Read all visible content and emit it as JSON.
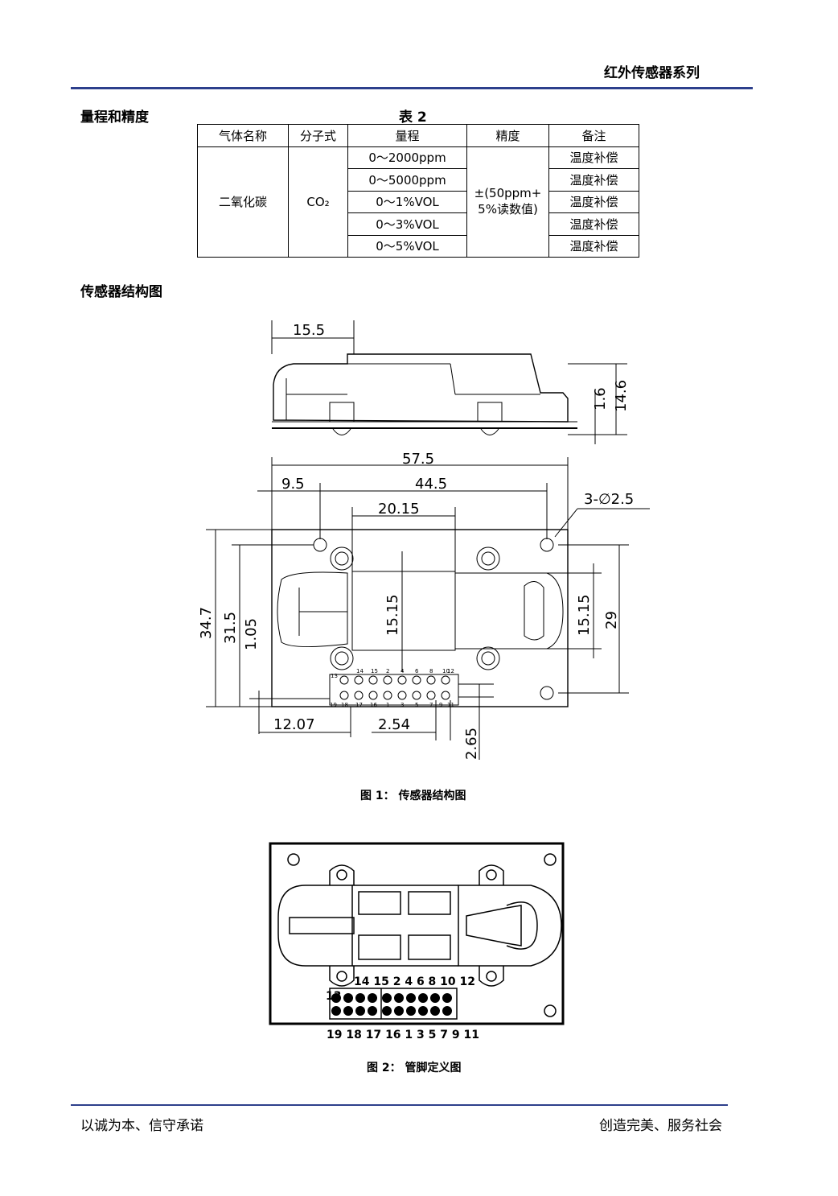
{
  "header": {
    "series_title": "红外传感器系列"
  },
  "section_range": "量程和精度",
  "table": {
    "caption": "表 2",
    "headers": [
      "气体名称",
      "分子式",
      "量程",
      "精度",
      "备注"
    ],
    "gas_name": "二氧化碳",
    "formula": "CO₂",
    "ranges": [
      "0～2000ppm",
      "0～5000ppm",
      "0～1%VOL",
      "0～3%VOL",
      "0～5%VOL"
    ],
    "accuracy_line1": "±(50ppm+",
    "accuracy_line2": "5%读数值)",
    "notes": [
      "温度补偿",
      "温度补偿",
      "温度补偿",
      "温度补偿",
      "温度补偿"
    ]
  },
  "section_structure": "传感器结构图",
  "figure1": {
    "caption": "图 1：  传感器结构图",
    "dims": {
      "top_width": "15.5",
      "h_small": "1.6",
      "h_total": "14.6",
      "length": "57.5",
      "offset": "9.5",
      "hole_span": "44.5",
      "center": "20.15",
      "holes": "3-∅2.5",
      "height_total": "34.7",
      "height_a": "31.5",
      "height_b": "1.05",
      "body_a": "15.15",
      "body_b": "15.15",
      "hole_v": "29",
      "pin_offset": "12.07",
      "pin_pitch": "2.54",
      "pin_row": "2.65"
    },
    "pin_top_labels": [
      "13",
      "14",
      "15",
      "2",
      "4",
      "6",
      "8",
      "10",
      "12"
    ],
    "pin_bottom_labels": [
      "19",
      "18",
      "17",
      "16",
      "1",
      "3",
      "5",
      "7",
      "9",
      "11"
    ]
  },
  "figure2": {
    "caption": "图 2：  管脚定义图",
    "label_13": "13",
    "top_pins": "14 15 2 4 6 8 10 12",
    "bottom_pins": "19 18 17 16 1 3 5 7 9 11"
  },
  "footer": {
    "left": "以诚为本、信守承诺",
    "right": "创造完美、服务社会"
  }
}
